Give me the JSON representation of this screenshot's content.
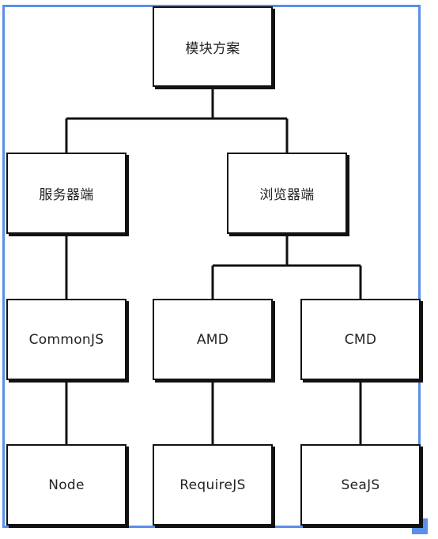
{
  "diagram": {
    "nodes": {
      "root": "模块方案",
      "server": "服务器端",
      "browser": "浏览器端",
      "commonjs": "CommonJS",
      "amd": "AMD",
      "cmd": "CMD",
      "node": "Node",
      "requirejs": "RequireJS",
      "seajs": "SeaJS"
    }
  },
  "colors": {
    "frame_border": "#5b8fe8",
    "line": "#111111"
  }
}
